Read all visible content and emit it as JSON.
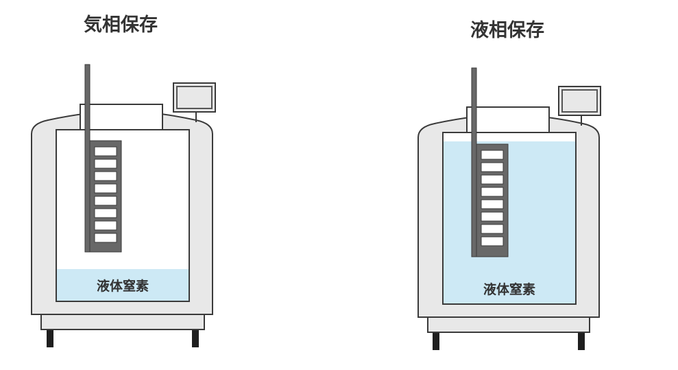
{
  "left_diagram": {
    "title": "気相保存",
    "liquid_label": "液体窒素",
    "liquid_fraction": 0.17,
    "rack_slots": 8
  },
  "right_diagram": {
    "title": "液相保存",
    "liquid_label": "液体窒素",
    "liquid_fraction": 0.98,
    "rack_slots": 8
  },
  "colors": {
    "body": "#e8e8e8",
    "outline": "#3a3a3a",
    "liquid": "#cde9f5",
    "rack": "#686868",
    "base": "#1e1e1e"
  }
}
